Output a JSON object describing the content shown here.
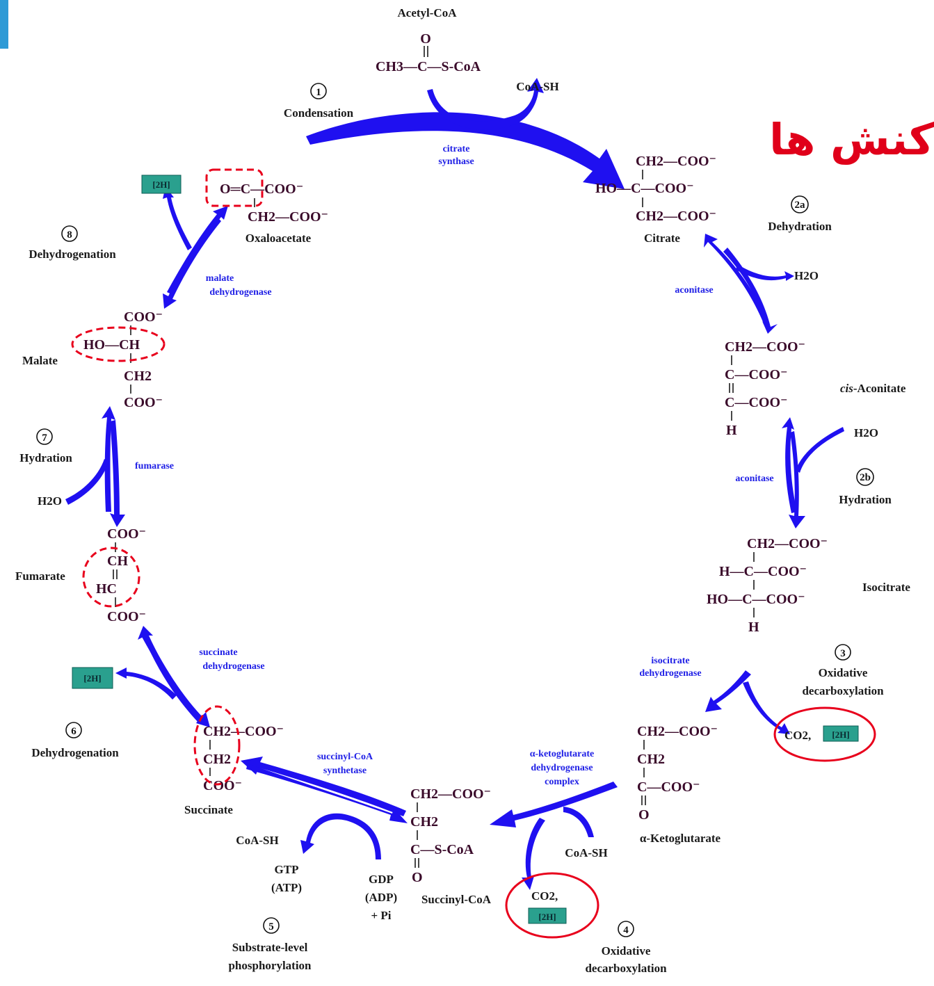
{
  "title": "کنش ها",
  "colors": {
    "arrow": "#1f10f0",
    "highlight": "#e8001c",
    "title": "#e0001a",
    "enzyme": "#2020e6"
  },
  "acetyl_coa": {
    "label": "Acetyl-CoA",
    "formula_left": "CH3—C—S-CoA",
    "o": "O"
  },
  "steps": {
    "s1": {
      "num": "1",
      "name": "Condensation",
      "enzyme_line1": "citrate",
      "enzyme_line2": "synthase",
      "byproduct": "CoA-SH"
    },
    "s2a": {
      "num": "2a",
      "name": "Dehydration",
      "enzyme": "aconitase",
      "byproduct": "H2O"
    },
    "s2b": {
      "num": "2b",
      "name": "Hydration",
      "enzyme": "aconitase",
      "byproduct": "H2O"
    },
    "s3": {
      "num": "3",
      "name_line1": "Oxidative",
      "name_line2": "decarboxylation",
      "enzyme_line1": "isocitrate",
      "enzyme_line2": "dehydrogenase",
      "product_co2": "CO2,",
      "product_2h": "[2H]"
    },
    "s4": {
      "num": "4",
      "name_line1": "Oxidative",
      "name_line2": "decarboxylation",
      "enzyme_line1": "α-ketoglutarate",
      "enzyme_line2": "dehydrogenase",
      "enzyme_line3": "complex",
      "byproduct": "CoA-SH",
      "product_co2": "CO2,",
      "product_2h": "[2H]"
    },
    "s5": {
      "num": "5",
      "name_line1": "Substrate-level",
      "name_line2": "phosphorylation",
      "enzyme_line1": "succinyl-CoA",
      "enzyme_line2": "synthetase",
      "coa": "CoA-SH",
      "gtp": "GTP",
      "atp": "(ATP)",
      "gdp": "GDP",
      "adp": "(ADP)",
      "pi": "+ Pi"
    },
    "s6": {
      "num": "6",
      "name": "Dehydrogenation",
      "enzyme_line1": "succinate",
      "enzyme_line2": "dehydrogenase",
      "product_2h": "[2H]"
    },
    "s7": {
      "num": "7",
      "name": "Hydration",
      "enzyme": "fumarase",
      "byproduct": "H2O"
    },
    "s8": {
      "num": "8",
      "name": "Dehydrogenation",
      "enzyme_line1": "malate",
      "enzyme_line2": "dehydrogenase",
      "product_2h": "[2H]"
    }
  },
  "molecules": {
    "oxaloacetate": {
      "name": "Oxaloacetate",
      "l1": "O═C—COO⁻",
      "l2": "CH2—COO⁻"
    },
    "citrate": {
      "name": "Citrate",
      "l1": "CH2—COO⁻",
      "l2": "HO—C—COO⁻",
      "l3": "CH2—COO⁻"
    },
    "cis_aconitate": {
      "name_italic": "cis",
      "name_rest": "-Aconitate",
      "l1": "CH2—COO⁻",
      "l2": "C—COO⁻",
      "l3": "C—COO⁻",
      "l4": "H"
    },
    "isocitrate": {
      "name": "Isocitrate",
      "l1": "CH2—COO⁻",
      "l2": "H—C—COO⁻",
      "l3": "HO—C—COO⁻",
      "l4": "H"
    },
    "ketoglutarate": {
      "name": "α-Ketoglutarate",
      "l1": "CH2—COO⁻",
      "l2": "CH2",
      "l3": "C—COO⁻",
      "l4": "O"
    },
    "succinyl_coa": {
      "name": "Succinyl-CoA",
      "l1": "CH2—COO⁻",
      "l2": "CH2",
      "l3": "C—S-CoA",
      "l4": "O"
    },
    "succinate": {
      "name": "Succinate",
      "l1": "CH2—COO⁻",
      "l2": "CH2",
      "l3": "COO⁻"
    },
    "fumarate": {
      "name": "Fumarate",
      "l1": "COO⁻",
      "l2": "CH",
      "l3": "HC",
      "l4": "COO⁻"
    },
    "malate": {
      "name": "Malate",
      "l1": "COO⁻",
      "l2": "HO—CH",
      "l3": "CH2",
      "l4": "COO⁻"
    }
  }
}
